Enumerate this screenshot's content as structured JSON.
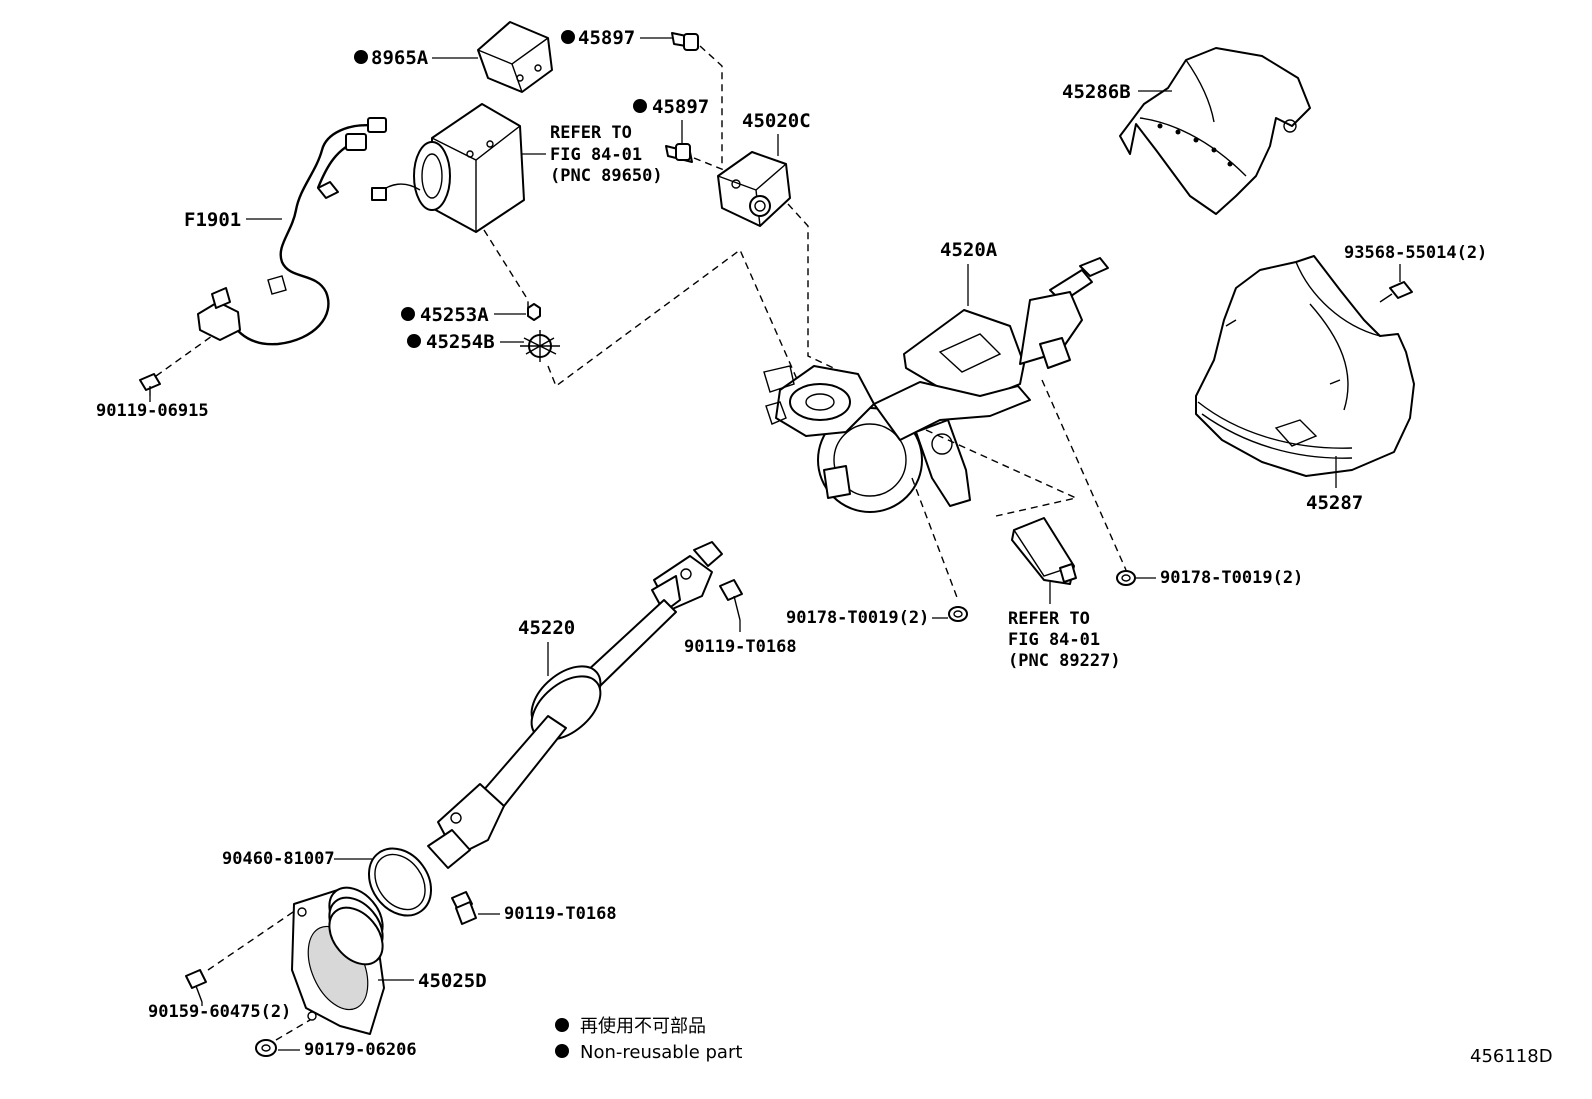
{
  "labels": {
    "p8965a": "8965A",
    "p45897_top": "45897",
    "p45897_mid": "45897",
    "p45020c": "45020C",
    "p45286b": "45286B",
    "pf1901": "F1901",
    "p4520a": "4520A",
    "p93568": "93568-55014(2)",
    "p45253a": "45253A",
    "p45254b": "45254B",
    "p90119_06915": "90119-06915",
    "p45287": "45287",
    "p90178_right": "90178-T0019(2)",
    "p90178_mid": "90178-T0019(2)",
    "p45220": "45220",
    "p90119_t0168_a": "90119-T0168",
    "p90460": "90460-81007",
    "p90119_t0168_b": "90119-T0168",
    "p45025d": "45025D",
    "p90159": "90159-60475(2)",
    "p90179": "90179-06206"
  },
  "refs": {
    "top": {
      "line1": "REFER TO",
      "line2": "FIG 84-01",
      "line3": "(PNC 89650)"
    },
    "bottom": {
      "line1": "REFER TO",
      "line2": "FIG 84-01",
      "line3": "(PNC 89227)"
    }
  },
  "legend": {
    "jp": "再使用不可部品",
    "en": "Non-reusable part"
  },
  "figure_id": "456118D"
}
